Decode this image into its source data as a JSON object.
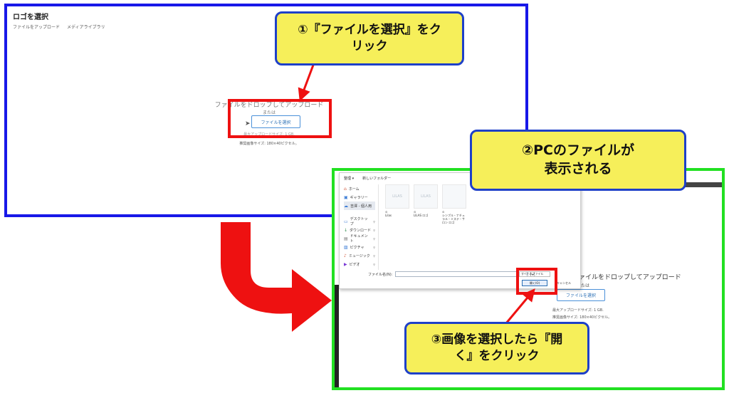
{
  "screen1": {
    "title": "ロゴを選択",
    "tabs": [
      "ファイルをアップロード",
      "メディアライブラリ"
    ],
    "drop_text": "ファイルをドロップしてアップロード",
    "or_text": "または",
    "select_button": "ファイルを選択",
    "max_size": "最大アップロードサイズ: 1 GB.",
    "recommended": "推奨画像サイズ: 180×40ピクセル。"
  },
  "screen2": {
    "drop_text": "ファイルをドロップしてアップロード",
    "or_text": "または",
    "select_button": "ファイルを選択",
    "max_size": "最大アップロードサイズ: 1 GB.",
    "recommended": "推奨画像サイズ: 180×40ピクセル。",
    "dialog": {
      "toolbar": [
        "整理 ▾",
        "新しいフォルダー"
      ],
      "nav": [
        {
          "label": "ホーム",
          "icon": "⌂",
          "color": "#d0563a"
        },
        {
          "label": "ギャラリー",
          "icon": "▣",
          "color": "#3a7bd5"
        },
        {
          "label": "吉澤 - 個人用",
          "icon": "☁",
          "color": "#3a7bd5"
        },
        {
          "label": "デスクトップ",
          "icon": "▭",
          "color": "#3a7bd5"
        },
        {
          "label": "ダウンロード",
          "icon": "↓",
          "color": "#2a8a4a"
        },
        {
          "label": "ドキュメント",
          "icon": "▤",
          "color": "#777777"
        },
        {
          "label": "ピクチャ",
          "icon": "▨",
          "color": "#3a7bd5"
        },
        {
          "label": "ミュージック",
          "icon": "♪",
          "color": "#d0563a"
        },
        {
          "label": "ビデオ",
          "icon": "▶",
          "color": "#7b3ad5"
        }
      ],
      "files": [
        {
          "thumb": "LILAS",
          "name": "Lilas"
        },
        {
          "thumb": "LILAS",
          "name": "LILAS ロゴ"
        },
        {
          "thumb": "",
          "name": "シンプル・ナチュラル・ミステ・サロン ロゴ"
        }
      ],
      "filename_label": "ファイル名(N):",
      "filetype": "すべてのファイル",
      "open_button": "開く(O)",
      "cancel_button": "キャンセル"
    }
  },
  "callouts": {
    "step1": "①『ファイルを選択』をク\nリック",
    "step2": "②PCのファイルが\n表示される",
    "step3": "③画像を選択したら『開\nく』をクリック"
  },
  "colors": {
    "frame1": "#1818e8",
    "frame2": "#22e022",
    "highlight": "#ee1111",
    "callout_bg": "#f6ef5a",
    "callout_border": "#1e40c8"
  }
}
